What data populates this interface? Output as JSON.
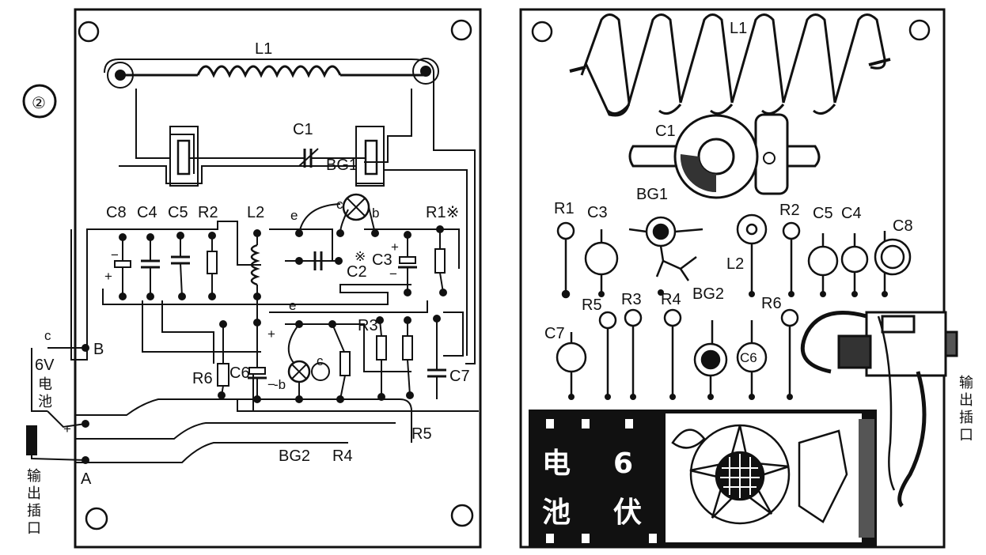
{
  "figure": {
    "number": "②"
  },
  "left_board": {
    "labels": {
      "L1": "L1",
      "C1": "C1",
      "BG1": "BG1",
      "C8": "C8",
      "C4": "C4",
      "C5": "C5",
      "R2": "R2",
      "L2": "L2",
      "R1": "R1※",
      "C2": "C2",
      "C2_mark": "※",
      "C3": "C3",
      "R3": "R3",
      "R6": "R6",
      "C6": "C6",
      "C7": "C7",
      "R5": "R5",
      "BG2": "BG2",
      "R4": "R4",
      "B": "B",
      "A": "A",
      "c1": "c",
      "b1": "b",
      "e1": "e",
      "e2": "e",
      "c2": "c",
      "b2": "-b",
      "c_wire": "c"
    },
    "battery_label_1": "6V",
    "battery_label_2": "电",
    "battery_label_3": "池",
    "output_jack_label": [
      "输",
      "出",
      "插",
      "口"
    ]
  },
  "right_board": {
    "labels": {
      "L1": "L1",
      "C1": "C1",
      "BG1": "BG1",
      "R1": "R1",
      "C3": "C3",
      "L2": "L2",
      "R2": "R2",
      "C5": "C5",
      "C4": "C4",
      "C8": "C8",
      "C7": "C7",
      "R5": "R5",
      "R3": "R3",
      "R4": "R4",
      "BG2": "BG2",
      "R6": "R6",
      "C6": "C6"
    },
    "output_jack_label": [
      "输",
      "出",
      "插",
      "口"
    ],
    "battery_text": [
      "电",
      "池",
      "6",
      "伏"
    ]
  }
}
